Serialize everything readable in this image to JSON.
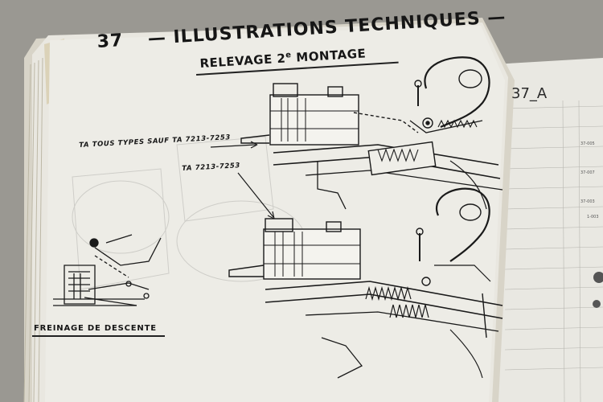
{
  "page": {
    "number": "37",
    "title": "— ILLUSTRATIONS TECHNIQUES —",
    "subtitle_main": "RELEVAGE 2",
    "subtitle_sup": "e",
    "subtitle_end": " MONTAGE"
  },
  "callouts": {
    "top": "TA TOUS TYPES SAUF TA 7213-7253",
    "middle": "TA 7213-7253",
    "bottom": "FREINAGE DE DESCENTE"
  },
  "next_page": {
    "number": "37_A",
    "refs": [
      "37-005",
      "37-007",
      "37-003",
      "1-003"
    ]
  },
  "colors": {
    "paper": "#ecebe4",
    "ink": "#161616",
    "background": "#9c9a94"
  }
}
